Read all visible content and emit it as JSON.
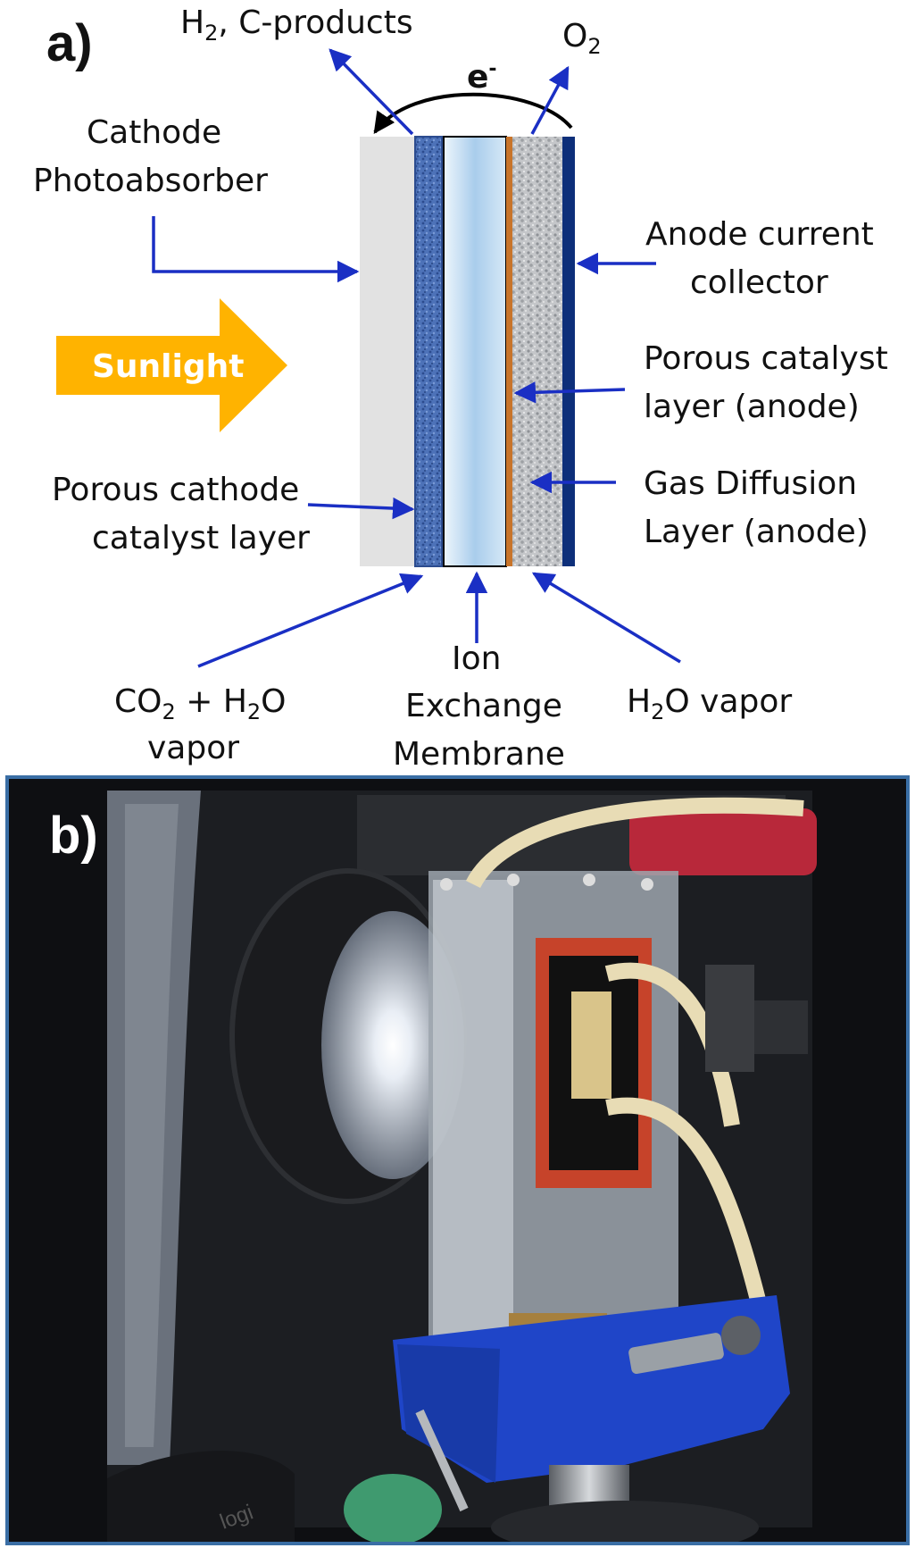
{
  "panel_a": {
    "label": "a)",
    "top": {
      "cathode_products": {
        "main": "H",
        "sub": "2",
        "rest": ", C-products"
      },
      "anode_product": {
        "main": "O",
        "sub": "2"
      },
      "electron": {
        "main": "e",
        "sup": "-"
      }
    },
    "left_labels": {
      "cathode_line1": "Cathode",
      "cathode_line2": "Photoabsorber",
      "sunlight": "Sunlight",
      "porous_cathode_line1": "Porous cathode",
      "porous_cathode_line2": "catalyst layer"
    },
    "right_labels": {
      "anode_collector_line1": "Anode current",
      "anode_collector_line2": "collector",
      "anode_catalyst_line1": "Porous catalyst",
      "anode_catalyst_line2": "layer (anode)",
      "gdl_line1": "Gas Diffusion",
      "gdl_line2": "Layer (anode)"
    },
    "bottom_labels": {
      "co2_a": "CO",
      "co2_sub": "2",
      "co2_b": " + H",
      "co2_sub2": "2",
      "co2_c": "O",
      "co2_line2": "vapor",
      "membrane_line1": "Ion",
      "membrane_line2": "Exchange",
      "membrane_line3": "Membrane",
      "h2o_a": "H",
      "h2o_sub": "2",
      "h2o_b": "O vapor"
    },
    "colors": {
      "arrow": "#1a2fc4",
      "sunlight": "#ffb300",
      "photoabsorber": "#e2e2e2",
      "cathode_catalyst": "#4a6fb5",
      "membrane": "#bcd9f2",
      "anode_catalyst": "#c8742a",
      "gdl": "#b9bcc0",
      "collector": "#0d2f7a"
    }
  },
  "panel_b": {
    "label": "b)",
    "photo_brand": "logi",
    "colors": {
      "frame": "#3a6ea5",
      "holder": "#1f45c8"
    }
  }
}
